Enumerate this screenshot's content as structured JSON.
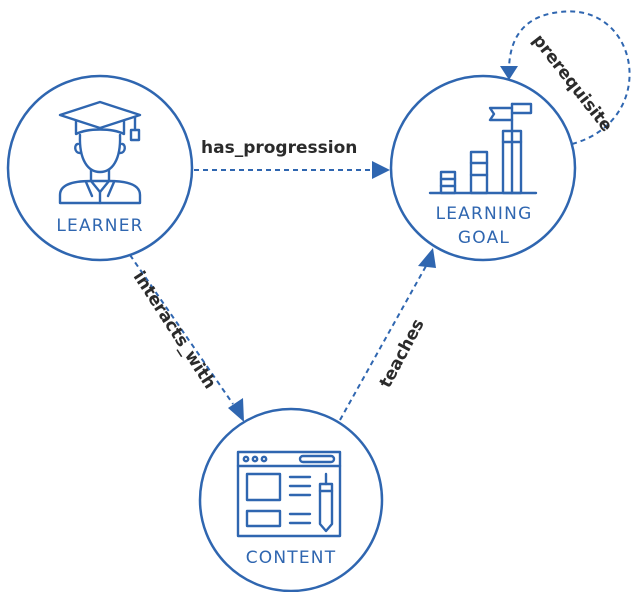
{
  "colors": {
    "primary": "#2f66b0",
    "label_text": "#2b2b2b",
    "background": "#ffffff"
  },
  "nodes": {
    "learner": {
      "label": "LEARNER",
      "icon": "graduate-icon"
    },
    "learning_goal": {
      "label_line1": "LEARNING",
      "label_line2": "GOAL",
      "icon": "bar-chart-flag-icon"
    },
    "content": {
      "label": "CONTENT",
      "icon": "webpage-pencil-icon"
    }
  },
  "edges": {
    "has_progression": "has_progression",
    "prerequisite": "prerequisite",
    "interacts_with": "interacts_with",
    "teaches": "teaches"
  }
}
